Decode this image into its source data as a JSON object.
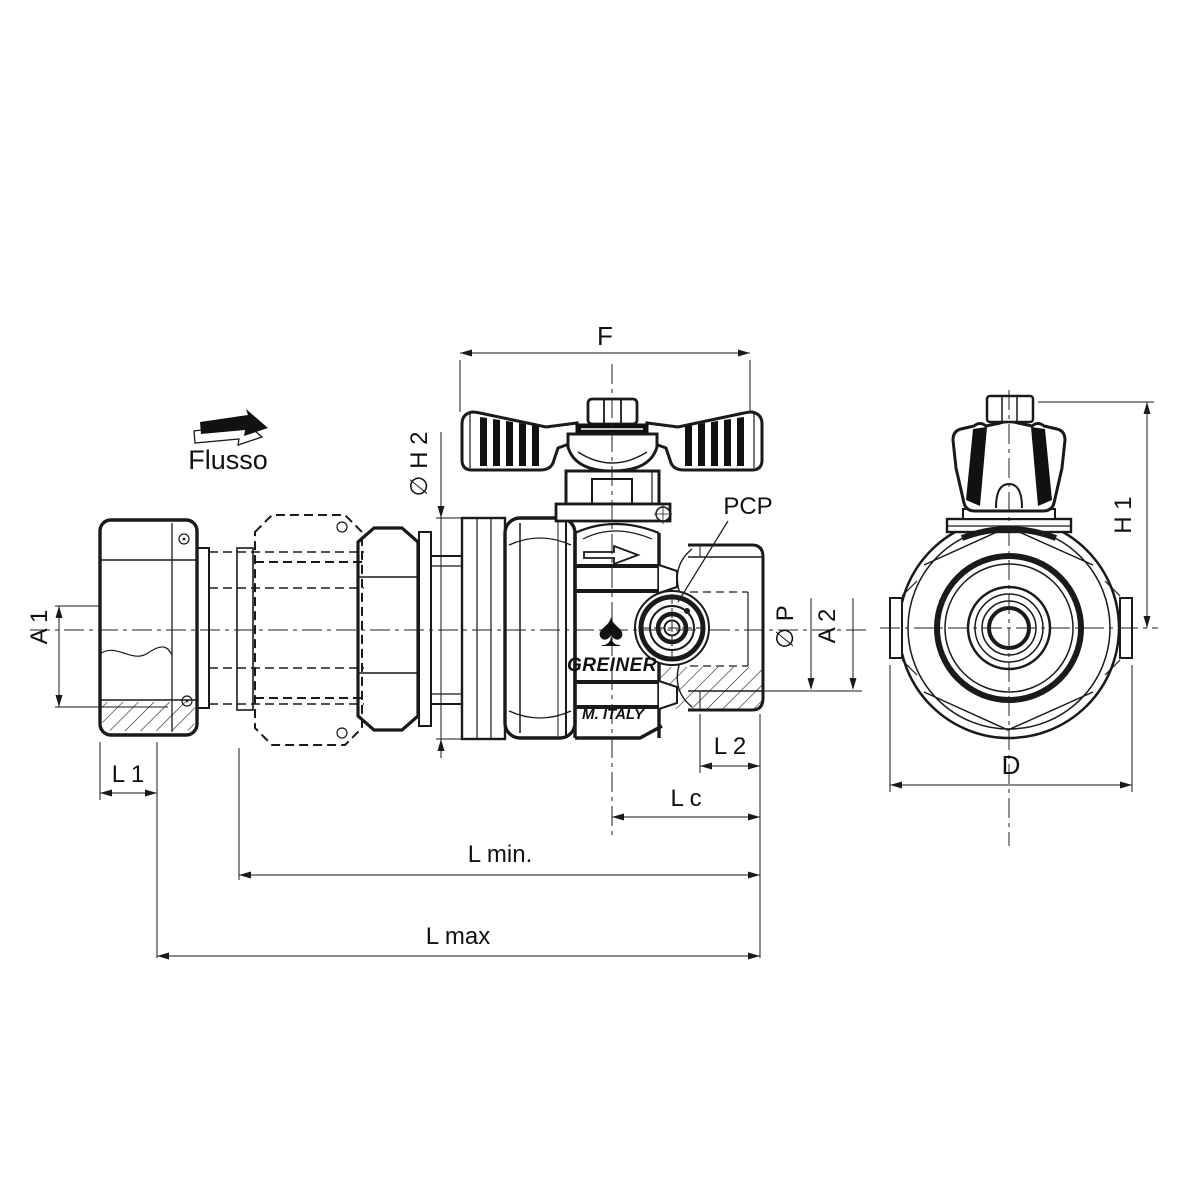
{
  "drawing": {
    "flow_label": "Flusso",
    "port_label": "PCP",
    "brand": "GREINER",
    "brand_symbol": "♠",
    "origin_mark": "M. ITALY",
    "line_color": "#1a1a1a",
    "dims": {
      "f": "F",
      "h2": "∅ H 2",
      "a1": "A 1",
      "l1": "L 1",
      "p": "∅ P",
      "a2": "A 2",
      "l2": "L 2",
      "lc": "L c",
      "lmin": "L min.",
      "lmax": "L max",
      "h1": "H 1",
      "d": "D"
    }
  }
}
